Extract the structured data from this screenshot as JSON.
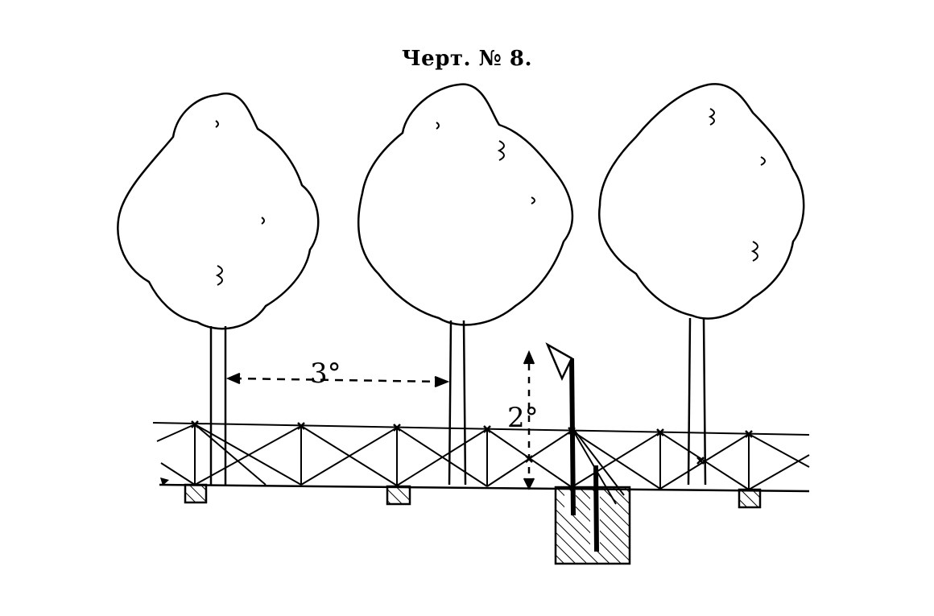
{
  "figure": {
    "caption": "Черт. № 8."
  },
  "dimensions": {
    "tree_spacing": "3°",
    "fence_height": "2°"
  },
  "colors": {
    "ink": "#000000",
    "paper": "#ffffff"
  }
}
